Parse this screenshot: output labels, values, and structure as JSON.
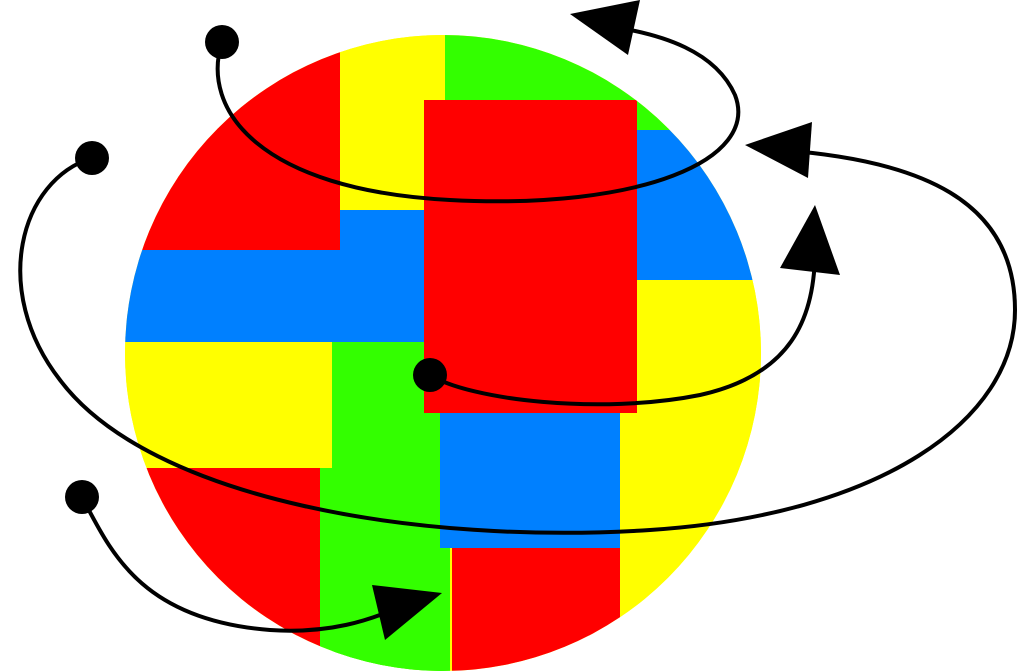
{
  "diagram": {
    "description_colors": {
      "red": "#ff0000",
      "yellow": "#ffff00",
      "green": "#33ff00",
      "blue": "#0080ff",
      "stroke": "#000000",
      "background": "#ffffff"
    },
    "globe": {
      "patch_colors": [
        "red",
        "yellow",
        "green",
        "blue",
        "red",
        "blue",
        "yellow",
        "green",
        "red",
        "blue",
        "yellow",
        "red",
        "red",
        "green",
        "yellow"
      ]
    },
    "arrows": [
      {
        "id": "top-swirl",
        "start": "dot",
        "end": "arrowhead"
      },
      {
        "id": "outer-orbit",
        "start": "dot",
        "end": "arrowhead"
      },
      {
        "id": "center-curl",
        "start": "dot",
        "end": "arrowhead"
      },
      {
        "id": "bottom-hook",
        "start": "dot",
        "end": "arrowhead"
      }
    ]
  }
}
